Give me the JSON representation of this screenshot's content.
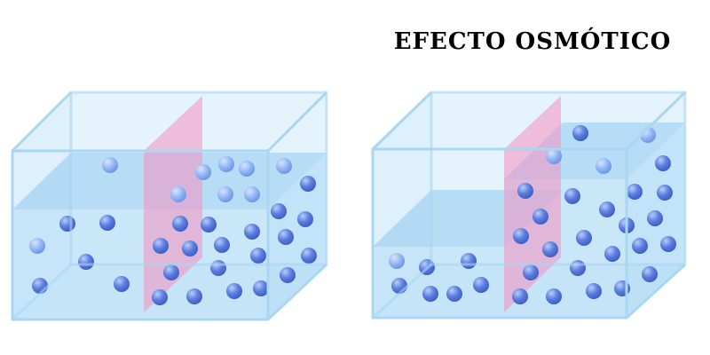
{
  "title": "EFECTO OSMÓTICO",
  "colors": {
    "tank": "#bfe3f7",
    "tank_edge": "#9fd0ee",
    "water": "#8fc8f0",
    "membrane": "#f48fc0",
    "particle": "#5b7ee0",
    "particle_light": "#8fb5f5"
  },
  "diagrams": [
    {
      "state": "before",
      "left_level": "equal",
      "right_level": "equal"
    },
    {
      "state": "after",
      "left_level": "lower",
      "right_level": "higher"
    }
  ]
}
